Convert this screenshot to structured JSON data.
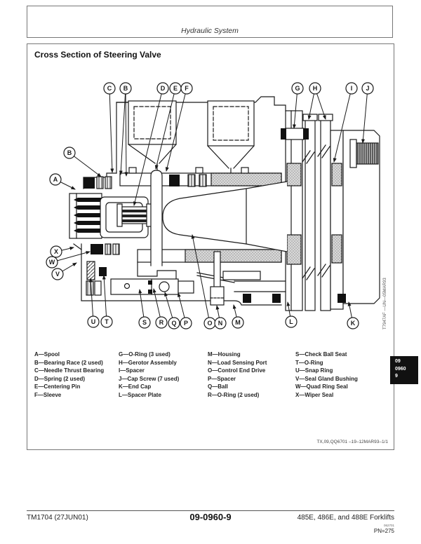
{
  "page": {
    "running_header": "Hydraulic System",
    "figure_title": "Cross Section of Steering Valve",
    "figure_caption": "TX,09,QQ6701  –19–12MAR93–1/1",
    "image_id_vertical": "T7947AF  —UN—05MAR93",
    "side_tab": {
      "line1": "09",
      "line2": "0960",
      "line3": "9"
    },
    "footer": {
      "manual_code": "TM1704 (27JUN01)",
      "page_number": "09-0960-9",
      "models": "485E, 486E, and 488E Forklifts",
      "date_code": "062701",
      "pn": "PN=275"
    }
  },
  "legend": {
    "columns": [
      {
        "items": [
          "A—Spool",
          "B—Bearing Race (2 used)",
          "C—Needle Thrust Bearing",
          "D—Spring (2 used)",
          "E—Centering Pin",
          "F—Sleeve"
        ]
      },
      {
        "items": [
          "G—O-Ring (3 used)",
          "H—Gerotor Assembly",
          "I—Spacer",
          "J—Cap Screw (7 used)",
          "K—End Cap",
          "L—Spacer Plate"
        ]
      },
      {
        "items": [
          "M—Housing",
          "N—Load Sensing Port",
          "O—Control End Drive",
          "P—Spacer",
          "Q—Ball",
          "R—O-Ring (2 used)"
        ]
      },
      {
        "items": [
          "S—Check Ball Seat",
          "T—O-Ring",
          "U—Snap Ring",
          "V—Seal Gland Bushing",
          "W—Quad Ring Seal",
          "X—Wiper Seal"
        ]
      }
    ]
  },
  "diagram": {
    "callouts": [
      {
        "label": "C"
      },
      {
        "label": "B"
      },
      {
        "label": "D"
      },
      {
        "label": "E"
      },
      {
        "label": "F"
      },
      {
        "label": "G"
      },
      {
        "label": "H"
      },
      {
        "label": "I"
      },
      {
        "label": "J"
      },
      {
        "label": "B"
      },
      {
        "label": "A"
      },
      {
        "label": "X"
      },
      {
        "label": "W"
      },
      {
        "label": "V"
      },
      {
        "label": "U"
      },
      {
        "label": "T"
      },
      {
        "label": "S"
      },
      {
        "label": "R"
      },
      {
        "label": "Q"
      },
      {
        "label": "P"
      },
      {
        "label": "O"
      },
      {
        "label": "N"
      },
      {
        "label": "M"
      },
      {
        "label": "L"
      },
      {
        "label": "K"
      }
    ],
    "colors": {
      "line": "#1a1a1a",
      "stipple": "#d9d9d9",
      "tab_bg": "#111111"
    }
  }
}
